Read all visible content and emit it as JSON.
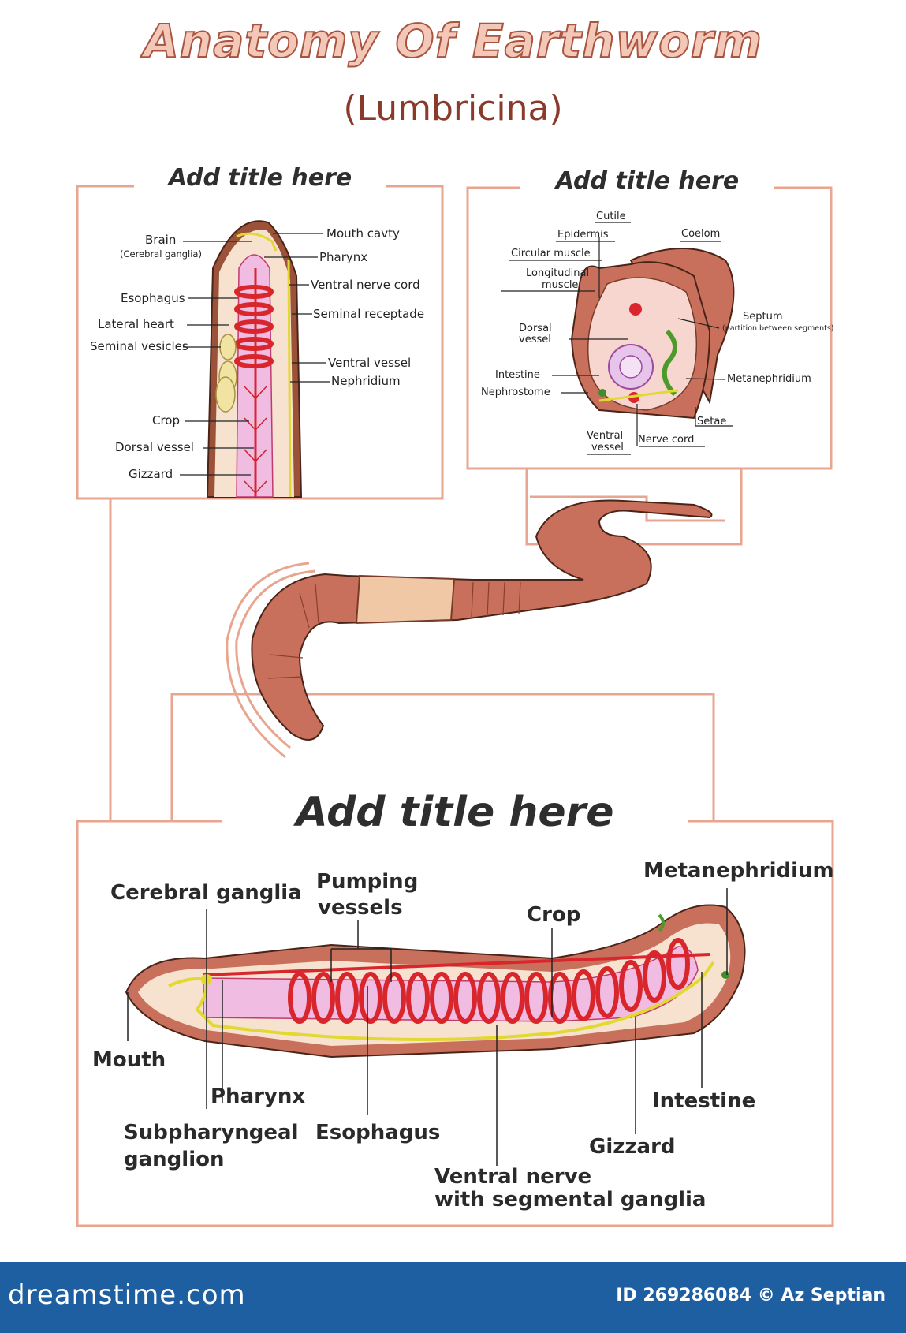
{
  "title": "Anatomy Of Earthworm",
  "subtitle": "(Lumbricina)",
  "panels": {
    "top_left": {
      "title": "Add title here",
      "labels": {
        "brain": "Brain",
        "brain_sub": "(Cerebral ganglia)",
        "mouth_cavity": "Mouth cavty",
        "pharynx": "Pharynx",
        "ventral_nerve_cord": "Ventral nerve cord",
        "esophagus": "Esophagus",
        "seminal_receptacle": "Seminal receptade",
        "lateral_heart": "Lateral heart",
        "seminal_vesicles": "Seminal vesicles",
        "ventral_vessel": "Ventral vessel",
        "nephridium": "Nephridium",
        "crop": "Crop",
        "dorsal_vessel": "Dorsal vessel",
        "gizzard": "Gizzard"
      }
    },
    "top_right": {
      "title": "Add title here",
      "labels": {
        "cutile": "Cutile",
        "epidermis": "Epidermis",
        "coelom": "Coelom",
        "circular_muscle": "Circular muscle",
        "longitudinal_muscle_1": "Longitudinal",
        "longitudinal_muscle_2": "muscle",
        "septum": "Septum",
        "septum_sub": "(partition between segments)",
        "dorsal_vessel_1": "Dorsal",
        "dorsal_vessel_2": "vessel",
        "intestine": "Intestine",
        "metanephridium": "Metanephridium",
        "nephrostome": "Nephrostome",
        "setae": "Setae",
        "ventral_vessel_1": "Ventral",
        "ventral_vessel_2": "vessel",
        "nerve_cord": "Nerve cord"
      }
    },
    "bottom": {
      "title": "Add title here",
      "labels": {
        "cerebral_ganglia": "Cerebral ganglia",
        "pumping_vessels_1": "Pumping",
        "pumping_vessels_2": "vessels",
        "crop": "Crop",
        "metanephridium": "Metanephridium",
        "mouth": "Mouth",
        "pharynx": "Pharynx",
        "subpharyngeal_1": "Subpharyngeal",
        "subpharyngeal_2": "ganglion",
        "esophagus": "Esophagus",
        "ventral_nerve_1": "Ventral nerve",
        "ventral_nerve_2": "with segmental ganglia",
        "gizzard": "Gizzard",
        "intestine": "Intestine"
      }
    }
  },
  "footer": {
    "brand": "dreamstime.com",
    "credit": "ID 269286084 © Az Septian"
  },
  "colors": {
    "frame": "#e8a58f",
    "body": "#c8705c",
    "vessel": "#d8262c",
    "gut": "#f3c6e4",
    "nerve": "#e2d832",
    "footer": "#1d5fa0"
  }
}
